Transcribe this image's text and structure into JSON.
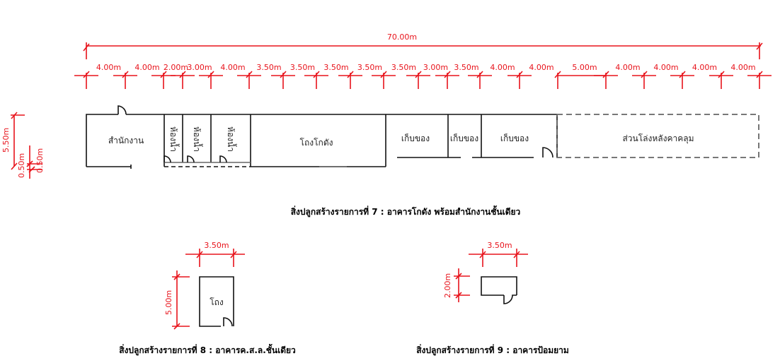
{
  "building7": {
    "overall_dim": "70.00m",
    "segment_dims": [
      "4.00m",
      "4.00m",
      "2.00m",
      "3.00m",
      "4.00m",
      "3.50m",
      "3.50m",
      "3.50m",
      "3.50m",
      "3.50m",
      "3.00m",
      "3.50m",
      "4.00m",
      "4.00m",
      "5.00m",
      "4.00m",
      "4.00m",
      "4.00m",
      "4.00m"
    ],
    "side_dims": [
      "5.50m",
      "0.50m",
      "0.50m"
    ],
    "rooms": {
      "office": "สำนักงาน",
      "toilet1": "ห้องน้ำ",
      "toilet2": "ห้องน้ำ",
      "toilet3": "ห้องน้ำ",
      "warehouse": "โถงโกดัง",
      "storage1": "เก็บของ",
      "storage2": "เก็บของ",
      "storage3": "เก็บของ",
      "open_area": "ส่วนโล่งหลังคาคลุม"
    },
    "caption": "สิ่งปลูกสร้างรายการที่ 7 : อาคารโกดัง พร้อมสำนักงานชั้นเดียว"
  },
  "building8": {
    "width_dim": "3.50m",
    "depth_dim": "5.00m",
    "room": "โถง",
    "caption": "สิ่งปลูกสร้างรายการที่ 8 : อาคารค.ส.ล.ชั้นเดียว"
  },
  "building9": {
    "width_dim": "3.50m",
    "depth_dim": "2.00m",
    "caption": "สิ่งปลูกสร้างรายการที่ 9 : อาคารป้อมยาม"
  }
}
